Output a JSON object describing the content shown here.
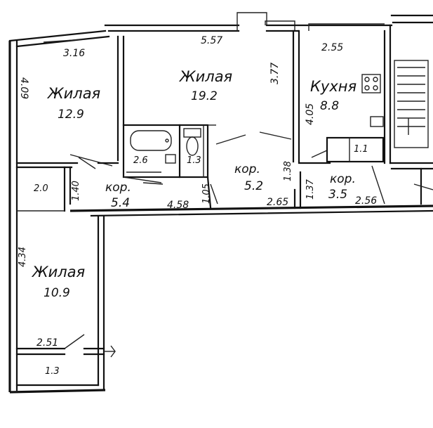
{
  "rooms": {
    "living_left_upper": {
      "name": "Жилая",
      "area": "12.9",
      "dim_top": "3.16",
      "dim_side": "4.09"
    },
    "living_center": {
      "name": "Жилая",
      "area": "19.2",
      "dim_top": "5.57",
      "dim_side": "3.77"
    },
    "kitchen": {
      "name": "Кухня",
      "area": "8.8",
      "dim_top": "2.55",
      "dim_side": "4.05"
    },
    "bath": {
      "area": "2.6"
    },
    "wc": {
      "area": "1.3"
    },
    "storage_left": {
      "area": "2.0",
      "dim": "1.40"
    },
    "corridor_left": {
      "name": "кор.",
      "area": "5.4"
    },
    "corridor_center": {
      "name": "кор.",
      "area": "5.2",
      "dim": "1.38"
    },
    "corridor_right": {
      "name": "кор.",
      "area": "3.5",
      "dim": "1.37"
    },
    "closet_right": {
      "area": "1.1"
    },
    "living_left_lower": {
      "name": "Жилая",
      "area": "10.9",
      "dim_side": "4.34"
    },
    "balcony": {
      "area": "1.3",
      "dim": "2.51"
    }
  },
  "dimensions": {
    "corridor_width": "4.58",
    "door_1": "1.05",
    "seg_1": "2.65",
    "seg_2": "2.56"
  }
}
